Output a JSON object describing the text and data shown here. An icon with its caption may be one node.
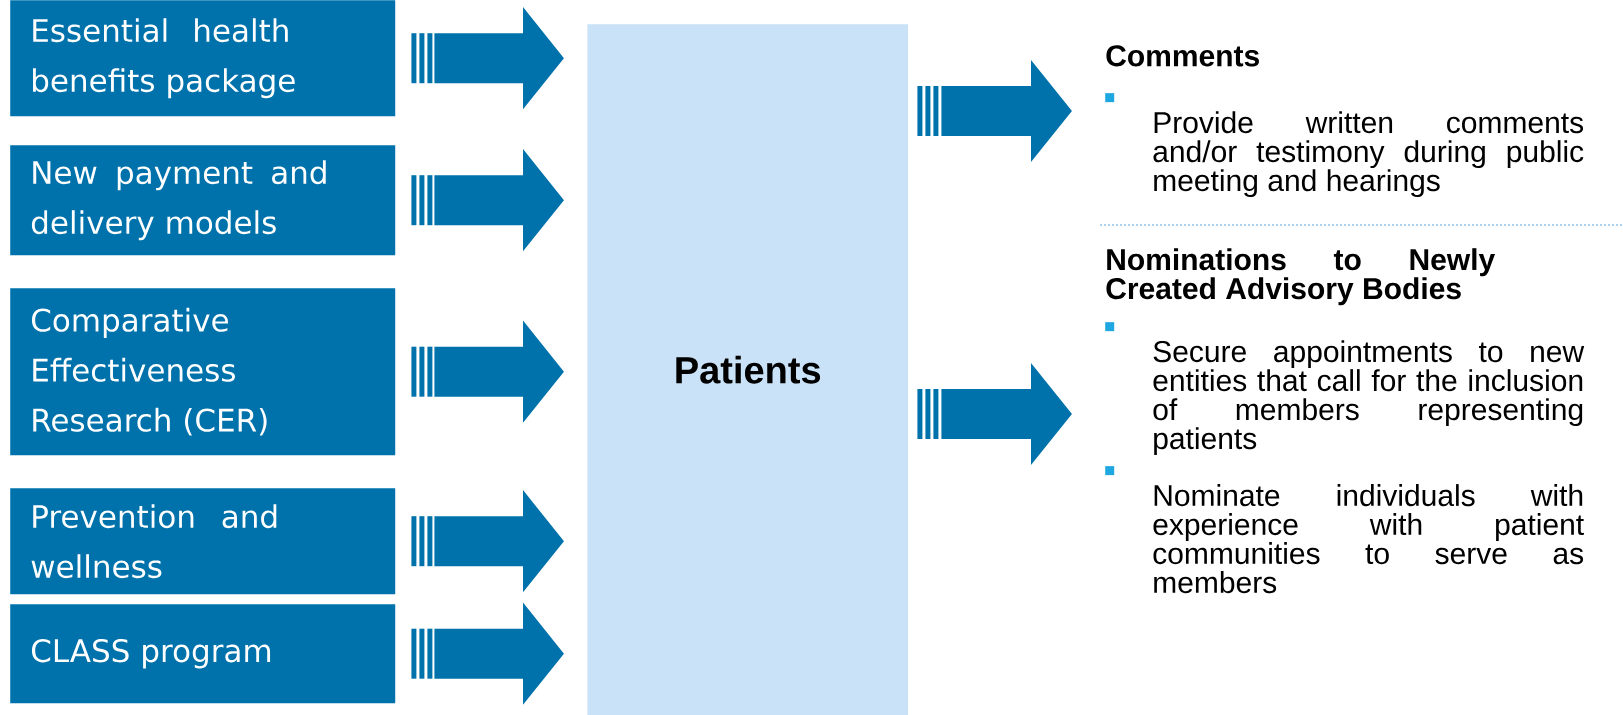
{
  "diagram": {
    "nodes": [
      {
        "text": [
          "Essential health benefits package"
        ]
      },
      {
        "text": [
          "New payment and delivery models"
        ]
      },
      {
        "text": [
          "Comparative Effectiveness Research (CER)"
        ]
      },
      {
        "text": [
          "Prevention and wellness"
        ]
      },
      {
        "text": [
          "CLASS program"
        ]
      },
      {
        "text": [
          "Patients"
        ]
      },
      {
        "text": [
          "Comments",
          "Provide written comments and/or testimony during public meeting and hearings"
        ]
      },
      {
        "text": [
          "Nominations to Newly Created Advisory Bodies",
          "Secure appointments to new entities that call for the inclusion of members representing patients",
          "Nominate individuals with experience with patient communities to serve as members"
        ]
      }
    ],
    "edges": [
      {
        "from": 0,
        "to": 5,
        "arrow": "to"
      },
      {
        "from": 1,
        "to": 5,
        "arrow": "to"
      },
      {
        "from": 2,
        "to": 5,
        "arrow": "to"
      },
      {
        "from": 3,
        "to": 5,
        "arrow": "to"
      },
      {
        "from": 4,
        "to": 5,
        "arrow": "to"
      },
      {
        "from": 5,
        "to": 6,
        "arrow": "to"
      },
      {
        "from": 5,
        "to": 7,
        "arrow": "to"
      }
    ]
  }
}
